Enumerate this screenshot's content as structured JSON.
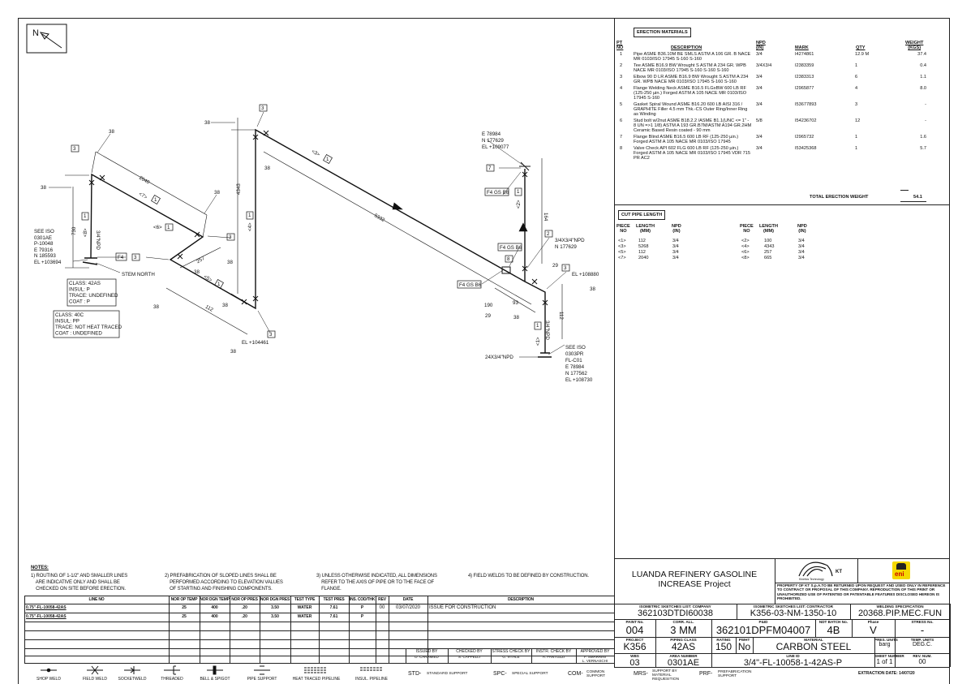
{
  "drawing": {
    "north": "N",
    "dims": {
      "d2040": "2040",
      "d730": "730",
      "d4343": "4343",
      "d5332": "5332",
      "d112a": "112",
      "d257": "257",
      "d164": "164",
      "d112b": "112",
      "d190": "190",
      "d93": "93",
      "d29a": "29",
      "d29b": "29"
    },
    "weld_gap": "38",
    "ref3": "3",
    "ref1": "1",
    "ref2": "2",
    "ref7": "7",
    "ref8": "8",
    "pieces": {
      "p1": "<1>",
      "p2": "<2>",
      "p3": "<3>",
      "p4": "<4>",
      "p5": "<5>",
      "p6": "<6>",
      "p7": "<7>",
      "p8": "<8>"
    },
    "npd_label": "3/4\"NPD",
    "tee_label": "3/4X3/4\"NPD",
    "branch_label": "24X3/4\"NPD",
    "f4": "F4",
    "f4gs": "F4 GS B6",
    "stem_north": "STEM NORTH",
    "el_104461": "EL +104461",
    "el_108880": "EL +108880",
    "n_177629": "N 177629",
    "start": [
      "SEE ISO",
      "0301AE",
      "P-10048",
      "E 79316",
      "N 185593",
      "EL +103694"
    ],
    "end": [
      "SEE ISO",
      "0303PR",
      "FL-C01",
      "E 78984",
      "N 177562",
      "EL +108730"
    ],
    "top": [
      "E 78984",
      "N 177629",
      "EL +109077"
    ],
    "class1": [
      "CLASS: 42AS",
      "INSUL: P",
      "TRACE: UNDEFINED",
      "COAT : P"
    ],
    "class2": [
      "CLASS: 40C",
      "INSUL: PP",
      "TRACE: NOT HEAT TRACED",
      "COAT : UNDEFINED"
    ]
  },
  "erection": {
    "title": "ERECTION MATERIALS",
    "headers": {
      "pt": "PT\nNO",
      "desc": "DESCRIPTION",
      "npd": "NPD\n(IN)",
      "mark": "MARK",
      "qty": "QTY",
      "weight": "WEIGHT\n(KGS)"
    },
    "rows": [
      {
        "pt": "1",
        "desc": "Pipe ASME B36.10M BE SMLS ASTM A 106 GR. B NACE MR 0103/ISO 17945  S-160 S-160",
        "npd": "3/4",
        "mark": "I4274861",
        "qty": "12.9 M",
        "weight": "37.4"
      },
      {
        "pt": "2",
        "desc": "Tee ASME B16.9 BW Wrought S ASTM A 234 GR. WPB NACE MR 0103/ISO 17945  S-160 S-160 S-160",
        "npd": "3/4X3/4",
        "mark": "I2383359",
        "qty": "1",
        "weight": "0.4"
      },
      {
        "pt": "3",
        "desc": "Elbow 90 D LR ASME B16.9 BW Wrought S ASTM A 234 GR. WPB NACE MR 0103/ISO 17945  S-160  S-160",
        "npd": "3/4",
        "mark": "I2383313",
        "qty": "6",
        "weight": "1.1"
      },
      {
        "pt": "4",
        "desc": "Flange Welding Neck ASME B16.5 FLGxBW 600 LB RF (125-250 µin.) Forged ASTM A 105 NACE MR 0103/ISO 17945   S-160",
        "npd": "3/4",
        "mark": "I2965877",
        "qty": "4",
        "weight": "8.0"
      },
      {
        "pt": "5",
        "desc": "Gasket Spiral Wound ASME B16.20 600 LB AISI 316 / GRAPHITE Filler 4.5 mm Thk.-CS Outer Ring/Inner Ring as Winding",
        "npd": "3/4",
        "mark": "I53677893",
        "qty": "3",
        "weight": "-"
      },
      {
        "pt": "6",
        "desc": "Stud bolt w/2nut ASME B18.2.2 /ASME B1.1(UNC <= 1\" - 8 UN =>1 1/8) ASTM A 193 GR.B7M/ASTM A194 GR.2HM Ceramic Based Resin coated - 90 mm",
        "npd": "5/8",
        "mark": "I54236702",
        "qty": "12",
        "weight": "-"
      },
      {
        "pt": "7",
        "desc": "Flange Blind ASME B16.5 600 LB RF (125-250 µin.) Forged ASTM A 105 NACE MR 0103/ISO 17945",
        "npd": "3/4",
        "mark": "I2965732",
        "qty": "1",
        "weight": "1.6"
      },
      {
        "pt": "8",
        "desc": "Valve Check API 602 FLG 600 LB RF (125-250 µin.) Forged ASTM A 105 NACE MR 0103/ISO 17945 VDR 715 PR AC2",
        "npd": "3/4",
        "mark": "I53425368",
        "qty": "1",
        "weight": "5.7"
      }
    ],
    "total_label": "TOTAL ERECTION WEIGHT",
    "total": "54.1"
  },
  "cut_pipe": {
    "title": "CUT PIPE LENGTH",
    "headers": {
      "piece": "PIECE\nNO",
      "length": "LENGTH\n(MM)",
      "npd": "NPD\n(IN)"
    },
    "left": [
      {
        "no": "<1>",
        "len": "112",
        "npd": "3/4"
      },
      {
        "no": "<3>",
        "len": "5268",
        "npd": "3/4"
      },
      {
        "no": "<5>",
        "len": "112",
        "npd": "3/4"
      },
      {
        "no": "<7>",
        "len": "2040",
        "npd": "3/4"
      }
    ],
    "right": [
      {
        "no": "<2>",
        "len": "100",
        "npd": "3/4"
      },
      {
        "no": "<4>",
        "len": "4343",
        "npd": "3/4"
      },
      {
        "no": "<6>",
        "len": "257",
        "npd": "3/4"
      },
      {
        "no": "<8>",
        "len": "665",
        "npd": "3/4"
      }
    ]
  },
  "notes": {
    "title": "NOTES:",
    "n1": "1) ROUTING OF 1-1/2\" AND SMALLER LINES\n    ARE INDICATIVE ONLY AND SHALL BE\n    CHECKED ON SITE BEFORE ERECTION.",
    "n2": "2) PREFABRICATION OF SLOPED LINES SHALL BE\n    PERFORMED ACCORDING TO ELEVATION VALUES\n    OF STARTING AND FINISHING COMPONENTS.",
    "n3": "3) UNLESS OTHERWISE INDICATED, ALL DIMENSIONS\n    REFER TO THE AXIS OF PIPE OR TO THE FACE OF\n    FLANGE.",
    "n4": "4) FIELD WELDS TO BE DEFINED BY CONSTRUCTION."
  },
  "line_table": {
    "headers": [
      "LINE NO",
      "NOR OP TEMP",
      "NOR DGN TEMP",
      "NOR OP PRES",
      "NOR DGN PRES",
      "TEST TYPE",
      "TEST PRES",
      "INS. COD/THK",
      "REV",
      "DATE",
      "DESCRIPTION"
    ],
    "rows": [
      [
        "0.75\"-FL-10058-42AS",
        "25",
        "400",
        ".20",
        "3.50",
        "WATER",
        "7.61",
        "P",
        "00",
        "03/07/2020",
        "ISSUE FOR CONSTRUCTION"
      ],
      [
        "0.75\"-FL-10058-42AS",
        "25",
        "400",
        ".20",
        "3.50",
        "WATER",
        "7.61",
        "P",
        "",
        "",
        ""
      ]
    ],
    "sign_headers": [
      "ISSUED BY",
      "CHECKED BY",
      "STRESS CHECK BY",
      "INSTR. CHECK BY",
      "APPROVED BY"
    ],
    "sign_names": [
      "D. CARAMIED",
      "S. CAPPELLI",
      "G. VITALE",
      "A. FANTOZZI",
      "F. SMARRINI\nL. VERNASCHI"
    ]
  },
  "legend": {
    "symbols": [
      "SHOP WELD",
      "FIELD WELD",
      "SOCKETWELD",
      "THREADED",
      "BELL & SPIGOT",
      "PIPE SUPPORT",
      "HEAT TRACED PIPELINE",
      "INSUL. PIPELINE"
    ],
    "supports": [
      {
        "code": "STD-",
        "text": "STANDARD SUPPORT"
      },
      {
        "code": "SPC-",
        "text": "SPECIAL SUPPORT"
      },
      {
        "code": "COM-",
        "text": "COMMON\nSUPPORT"
      },
      {
        "code": "MRS-",
        "text": "SUPPORT BY\nMATERIAL\nREQUESITION"
      },
      {
        "code": "PRF-",
        "text": "PREFABRICATION\nSUPPORT"
      }
    ],
    "extraction": "EXTRACTION DATE:  14/07/20"
  },
  "title_block": {
    "project": "LUANDA REFINERY GASOLINE\nINCREASE Project",
    "kt_logo": "KT",
    "kt_sub": "Kinetics Technology",
    "eni_logo": "eni",
    "property": "PROPERTY OF KT S.p.A.TO BE RETURNED UPON REQUEST AND USED ONLY IN REFERENCE TO CONTRACT OR PROPOSAL OF THIS COMPANY. REPRODUCTION OF THIS PRINT OR UNAUTHORIZED USE OF PATENTED OR PATENTABLE FEATURES DISCLOSED HEREON IS PROHIBITED.",
    "iso_company_label": "ISOMETRIC SKETCHES LIST: COMPANY",
    "iso_company": "362103DTDI60038",
    "iso_contractor_label": "ISOMETRIC SKETCHES LIST: CONTRACTOR",
    "iso_contractor": "K356-03-NM-1350-10",
    "welding_label": "WELDING SPECIFICATION",
    "welding": "20368.PIP.MEC.FUN",
    "paint_label": "PAINT No.",
    "paint": "004",
    "corr_label": "CORR. ALL.",
    "corr": "3 MM",
    "pid_label": "P&ID",
    "pid": "362101DPFM04007",
    "ndt_label": "NDT BATCH No.",
    "ndt": "4B",
    "phase_label": "Phase",
    "phase": "V",
    "stress_label": "STRESS No.",
    "stress": "-",
    "project_label": "PROJECT",
    "project_no": "K356",
    "class_label": "PIPING CLASS",
    "class": "42AS",
    "rating_label": "RATING",
    "rating": "150",
    "pwht_label": "PWHT",
    "pwht": "No",
    "material_label": "MATERIAL",
    "material": "CARBON STEEL",
    "pres_label": "PRES. UNITS",
    "pres": "barg",
    "temp_label": "TEMP. UNITS",
    "temp": "DEG.C.",
    "wbs_label": "WBS",
    "wbs": "03",
    "area_label": "AREA NUMBER",
    "area": "0301AE",
    "line_label": "LINE ID",
    "line": "3/4\"-FL-10058-1-42AS-P",
    "sheet_label": "SHEET NUMBER",
    "sheet": "1 of 1",
    "rev_label": "REV. NUM.",
    "rev": "00"
  }
}
